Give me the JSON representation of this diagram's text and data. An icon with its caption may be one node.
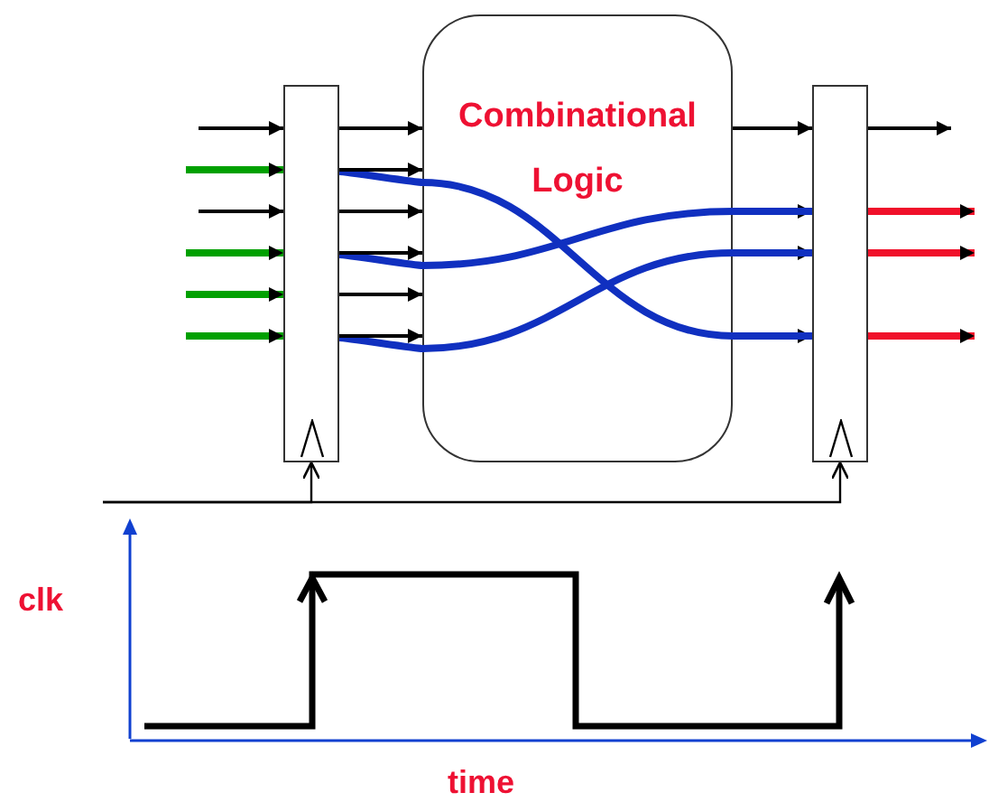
{
  "diagram": {
    "nodes": [
      {
        "text": [],
        "shape": "box"
      },
      {
        "text": [
          "Combinational Logic"
        ]
      },
      {
        "text": [],
        "shape": "box"
      }
    ],
    "edges": [
      {
        "from": null,
        "to": 0,
        "arrow": "to"
      },
      {
        "from": null,
        "to": 0,
        "arrow": "to",
        "style": "thick",
        "color": "#00a000"
      },
      {
        "from": null,
        "to": 0,
        "arrow": "to"
      },
      {
        "from": null,
        "to": 0,
        "arrow": "to",
        "style": "thick",
        "color": "#00a000"
      },
      {
        "from": null,
        "to": 0,
        "arrow": "to",
        "style": "thick",
        "color": "#00a000"
      },
      {
        "from": null,
        "to": 0,
        "arrow": "to",
        "style": "thick",
        "color": "#00a000"
      },
      {
        "from": 0,
        "to": 1,
        "arrow": "to"
      },
      {
        "from": 0,
        "to": 1,
        "arrow": "to"
      },
      {
        "from": 0,
        "to": 1,
        "arrow": "to"
      },
      {
        "from": 0,
        "to": 1,
        "arrow": "to"
      },
      {
        "from": 0,
        "to": 1,
        "arrow": "to"
      },
      {
        "from": 0,
        "to": 1,
        "arrow": "to"
      },
      {
        "from": 0,
        "to": 1,
        "arrow": "none",
        "style": "thick",
        "color": "#1030c0"
      },
      {
        "from": 0,
        "to": 1,
        "arrow": "none",
        "style": "thick",
        "color": "#1030c0"
      },
      {
        "from": 0,
        "to": 1,
        "arrow": "none",
        "style": "thick",
        "color": "#1030c0"
      },
      {
        "from": 1,
        "to": 2,
        "arrow": "none",
        "style": "thick",
        "color": "#1030c0"
      },
      {
        "from": 1,
        "to": 2,
        "arrow": "none",
        "style": "thick",
        "color": "#1030c0"
      },
      {
        "from": 1,
        "to": 2,
        "arrow": "none",
        "style": "thick",
        "color": "#1030c0"
      },
      {
        "from": 1,
        "to": 2,
        "arrow": "to"
      },
      {
        "from": 1,
        "to": 2,
        "arrow": "to"
      },
      {
        "from": 1,
        "to": 2,
        "arrow": "to"
      },
      {
        "from": 1,
        "to": 2,
        "arrow": "to"
      },
      {
        "from": 2,
        "to": null,
        "arrow": "to"
      },
      {
        "from": 2,
        "to": null,
        "arrow": "to",
        "style": "thick",
        "color": "#f0102a"
      },
      {
        "from": 2,
        "to": null,
        "arrow": "to",
        "style": "thick",
        "color": "#f0102a"
      },
      {
        "from": 2,
        "to": null,
        "arrow": "to",
        "style": "thick",
        "color": "#f0102a"
      },
      {
        "from": null,
        "to": 0,
        "arrow": "to"
      },
      {
        "from": null,
        "to": 2,
        "arrow": "to"
      }
    ],
    "labels": [
      "clk",
      "time"
    ]
  }
}
